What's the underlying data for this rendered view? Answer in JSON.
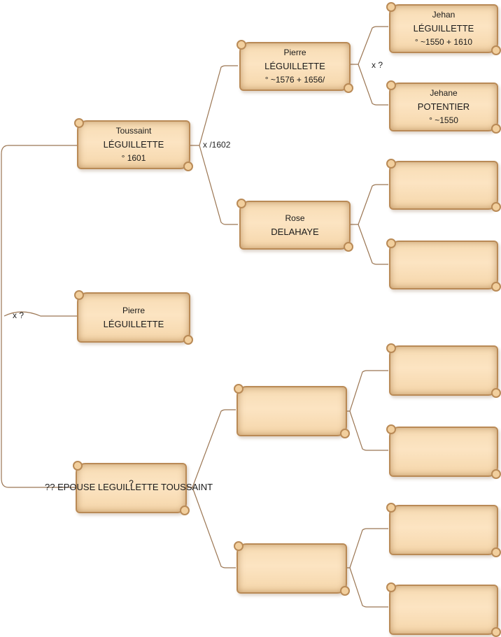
{
  "persons": {
    "toussaint": {
      "first": "Toussaint",
      "last": "LÉGUILLETTE",
      "dates": "° 1601"
    },
    "pierre_child": {
      "first": "Pierre",
      "last": "LÉGUILLETTE"
    },
    "spouse": {
      "first": "?",
      "last": "?? EPOUSE LEGUILLETTE TOUSSAINT"
    },
    "pierre_father": {
      "first": "Pierre",
      "last": "LÉGUILLETTE",
      "dates": "° ~1576 + 1656/"
    },
    "rose": {
      "first": "Rose",
      "last": "DELAHAYE"
    },
    "jehan": {
      "first": "Jehan",
      "last": "LÉGUILLETTE",
      "dates": "° ~1550 + 1610"
    },
    "jehane": {
      "first": "Jehane",
      "last": "POTENTIER",
      "dates": "° ~1550"
    }
  },
  "unions": {
    "toussaint_spouse": "x ?",
    "pierre_rose": "x /1602",
    "jehan_jehane": "x ?"
  }
}
